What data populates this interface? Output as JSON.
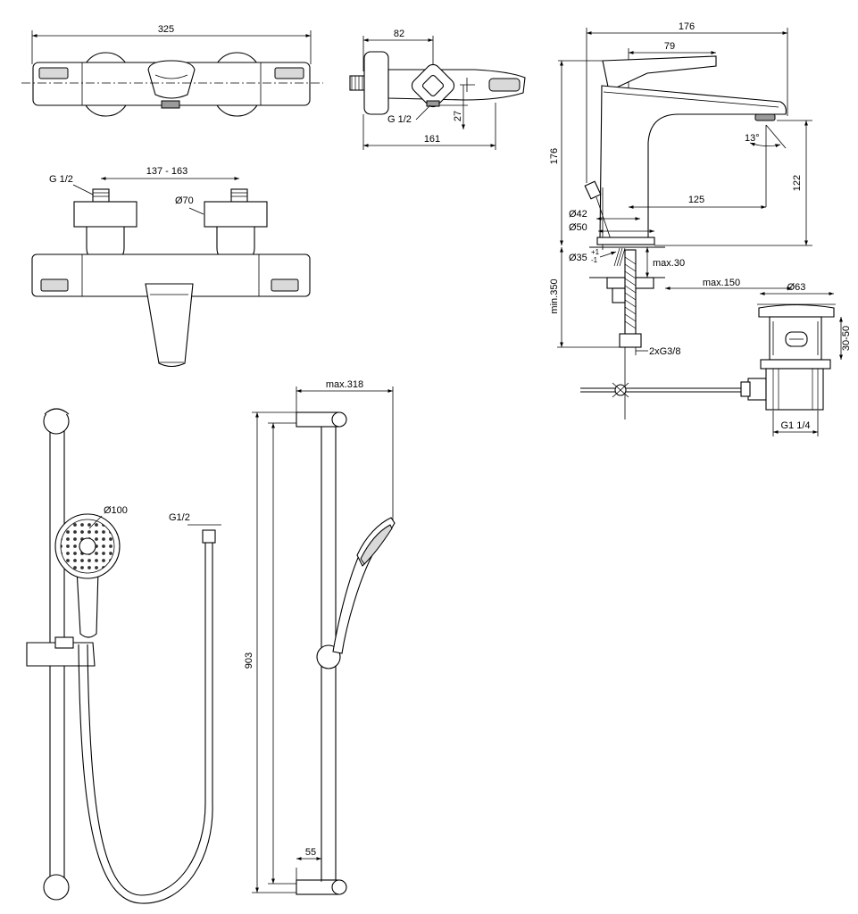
{
  "view_top": {
    "width": "325"
  },
  "view_side": {
    "width": "82",
    "depth": "161",
    "inlet": "G 1/2",
    "spout_h": "27"
  },
  "view_front": {
    "inlet": "G 1/2",
    "centres": "137 - 163",
    "escutcheon": "Ø70"
  },
  "basin_mixer": {
    "total_len": "176",
    "handle_len": "79",
    "height": "176",
    "angle": "13°",
    "spout_h": "122",
    "reach": "125",
    "dia42": "Ø42",
    "dia50": "Ø50",
    "hole": "Ø35",
    "hole_tol_plus": "+1",
    "hole_tol_minus": "-1",
    "max30": "max.30",
    "max150": "max.150",
    "min350": "min.350",
    "flex": "2xG3/8",
    "waste_dia": "Ø63",
    "waste_h": "30-50",
    "waste_thread": "G1 1/4"
  },
  "shower_set": {
    "head_dia": "Ø100",
    "hose_inlet": "G1/2",
    "rail_len": "903",
    "rail_width": "max.318",
    "bracket": "55"
  }
}
